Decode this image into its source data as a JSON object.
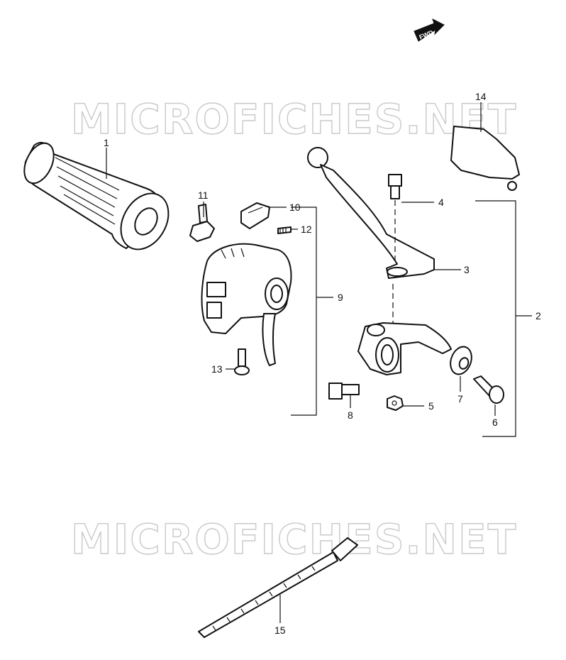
{
  "fwd_badge": "FWD",
  "watermarks": [
    "MICROFICHES.NET",
    "MICROFICHES.NET"
  ],
  "callouts": {
    "p1": "1",
    "p2": "2",
    "p3": "3",
    "p4": "4",
    "p5": "5",
    "p6": "6",
    "p7": "7",
    "p8": "8",
    "p9": "9",
    "p10": "10",
    "p11": "11",
    "p12": "12",
    "p13": "13",
    "p14": "14",
    "p15": "15"
  }
}
